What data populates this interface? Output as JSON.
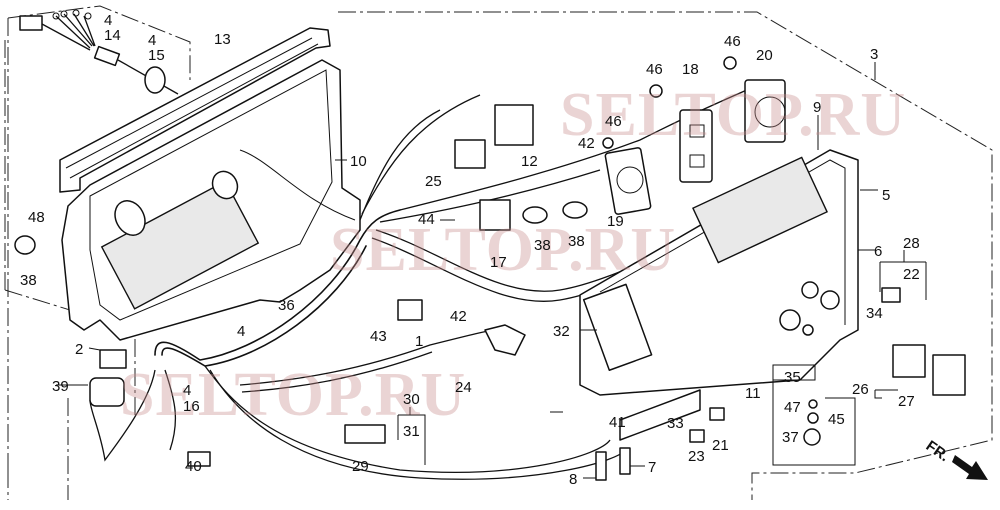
{
  "diagram": {
    "title": "Control panel / wire harness exploded parts diagram",
    "watermarks": [
      "SELTOP.RU",
      "SELTOP.RU",
      "SELTOP.RU"
    ],
    "direction_indicator": "FR.",
    "callouts": {
      "c1": "1",
      "c2": "2",
      "c3": "3",
      "c4a": "4",
      "c4b": "4",
      "c4c": "4",
      "c4d": "4",
      "c5": "5",
      "c6": "6",
      "c7": "7",
      "c8": "8",
      "c9": "9",
      "c10": "10",
      "c11": "11",
      "c12": "12",
      "c13": "13",
      "c14": "14",
      "c15": "15",
      "c16": "16",
      "c17": "17",
      "c18": "18",
      "c19": "19",
      "c20": "20",
      "c21": "21",
      "c22": "22",
      "c23": "23",
      "c24": "24",
      "c25": "25",
      "c26": "26",
      "c27": "27",
      "c28": "28",
      "c29": "29",
      "c30": "30",
      "c31": "31",
      "c32": "32",
      "c33": "33",
      "c34": "34",
      "c35": "35",
      "c36": "36",
      "c37": "37",
      "c38a": "38",
      "c38b": "38",
      "c38c": "38",
      "c39": "39",
      "c40": "40",
      "c41": "41",
      "c42a": "42",
      "c42b": "42",
      "c43": "43",
      "c44": "44",
      "c45": "45",
      "c46a": "46",
      "c46b": "46",
      "c46c": "46",
      "c47": "47",
      "c48": "48"
    }
  }
}
